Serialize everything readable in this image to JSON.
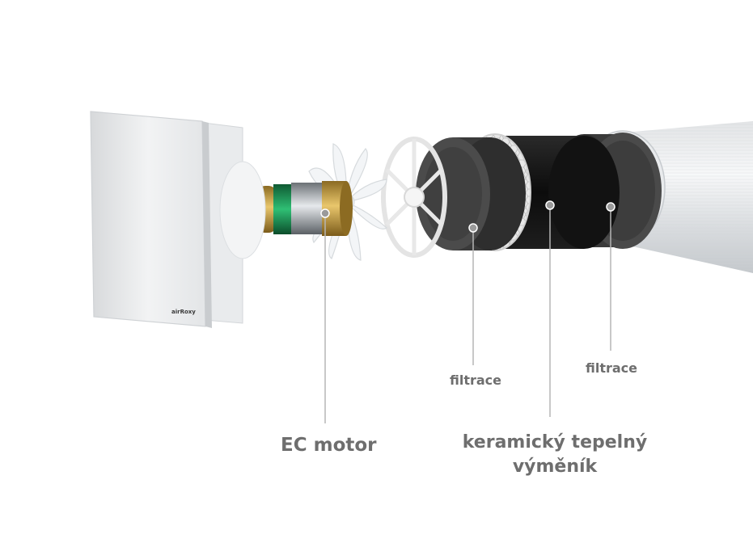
{
  "labels": {
    "filtrace_left": "filtrace",
    "filtrace_right": "filtrace",
    "ec_motor": "EC motor",
    "ceramic_line1": "keramický tepelný",
    "ceramic_line2": "výměník"
  },
  "logo": {
    "text": "airRoxy"
  },
  "colors": {
    "label_text": "#6e6e6e",
    "leader_line": "#b5b5b5",
    "marker_dot": "#8a8a8a",
    "foam": "#3a3a3a",
    "ceramic": "#141414",
    "brass": "#c9a24a",
    "green_ring": "#1f9a5a"
  }
}
